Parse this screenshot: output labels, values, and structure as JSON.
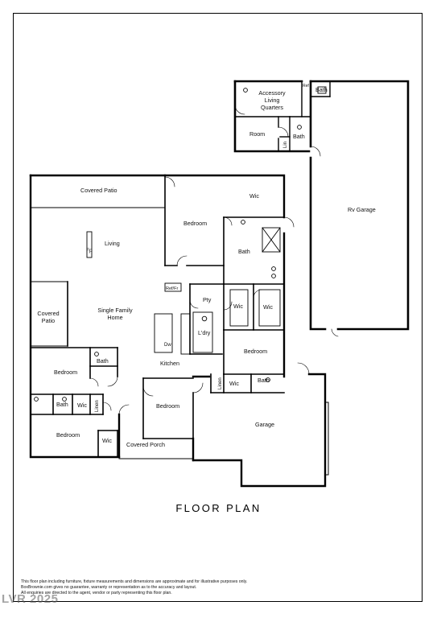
{
  "plan_title": "FLOOR PLAN",
  "rooms": [
    {
      "id": "accessory",
      "label": "Accessory\nLiving\nQuarters"
    },
    {
      "id": "ref",
      "label": "Ref"
    },
    {
      "id": "bath-acc",
      "label": "Bath"
    },
    {
      "id": "room",
      "label": "Room"
    },
    {
      "id": "lin-acc",
      "label": "Lin"
    },
    {
      "id": "bath-acc2",
      "label": "Bath"
    },
    {
      "id": "rv-garage",
      "label": "Rv Garage"
    },
    {
      "id": "covered-patio-top",
      "label": "Covered Patio"
    },
    {
      "id": "wic-master",
      "label": "Wic"
    },
    {
      "id": "bedroom-master",
      "label": "Bedroom"
    },
    {
      "id": "living",
      "label": "Living"
    },
    {
      "id": "fp",
      "label": "Fp"
    },
    {
      "id": "bath-master",
      "label": "Bath"
    },
    {
      "id": "reffr",
      "label": "Ref/Fr"
    },
    {
      "id": "pty",
      "label": "Pty"
    },
    {
      "id": "single-family",
      "label": "Single Family\nHome"
    },
    {
      "id": "covered-patio-left",
      "label": "Covered\nPatio"
    },
    {
      "id": "wic-a",
      "label": "Wic"
    },
    {
      "id": "wic-b",
      "label": "Wic"
    },
    {
      "id": "laundry",
      "label": "L'dry"
    },
    {
      "id": "dw",
      "label": "Dw"
    },
    {
      "id": "bedroom-mid",
      "label": "Bedroom"
    },
    {
      "id": "bedroom-left1",
      "label": "Bedroom"
    },
    {
      "id": "bath-left1",
      "label": "Bath"
    },
    {
      "id": "kitchen",
      "label": "Kitchen"
    },
    {
      "id": "linen-mid",
      "label": "Linen"
    },
    {
      "id": "wic-mid",
      "label": "Wic"
    },
    {
      "id": "bath-mid",
      "label": "Bath"
    },
    {
      "id": "bath-left2",
      "label": "Bath"
    },
    {
      "id": "wic-left2",
      "label": "Wic"
    },
    {
      "id": "linen-left",
      "label": "Linen"
    },
    {
      "id": "bedroom-center",
      "label": "Bedroom"
    },
    {
      "id": "garage",
      "label": "Garage"
    },
    {
      "id": "bedroom-left2",
      "label": "Bedroom"
    },
    {
      "id": "wic-left3",
      "label": "Wic"
    },
    {
      "id": "covered-porch",
      "label": "Covered Porch"
    }
  ],
  "disclaimer": [
    "This floor plan including furniture, fixture measurements and dimensions are approximate and for illustrative purposes only.",
    "BoxBrownie.com gives no guarantee, warranty or representation as to the accuracy and layout.",
    "All enquiries are directed to the agent, vendor or party representing this floor plan."
  ],
  "watermark": "LVR 2025"
}
